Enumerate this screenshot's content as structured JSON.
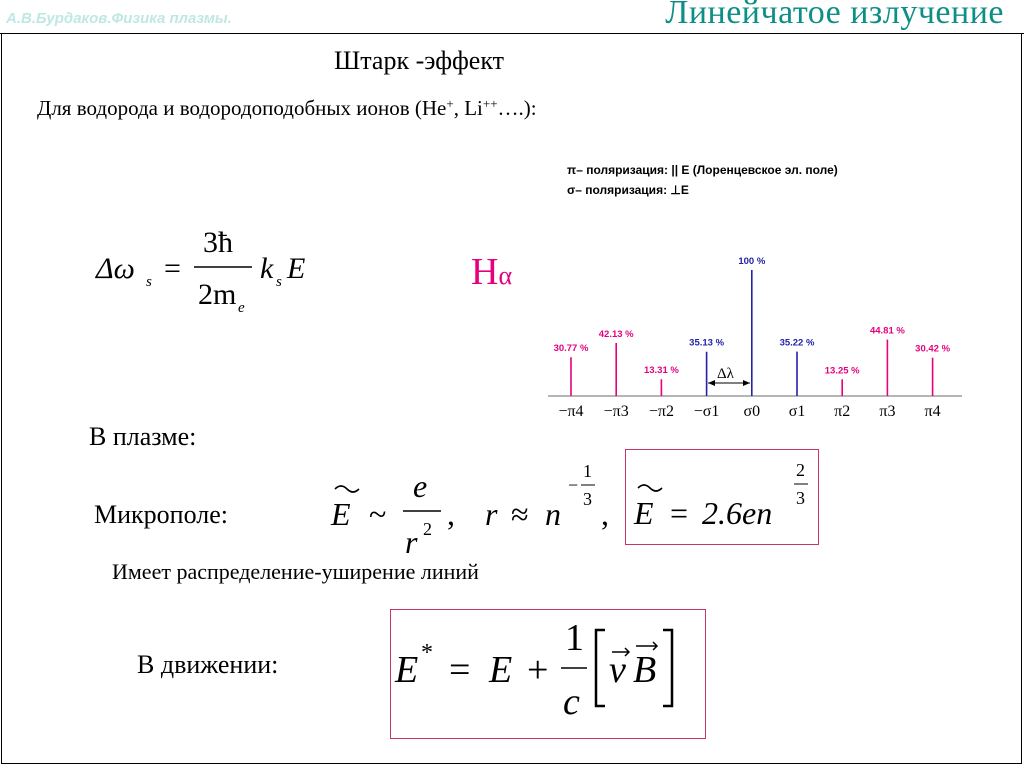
{
  "header": {
    "author": "А.В.Бурдаков.Физика плазмы.",
    "title": "Линейчатое  излучение"
  },
  "subtitle": "Штарк -эффект",
  "intro": {
    "text1": "Для водорода и водородоподобных ионов (He",
    "sup1": "+",
    "text2": ", Li",
    "sup2": "++",
    "text3": "….):"
  },
  "formula_stark": {
    "lhs": "Δω",
    "lhs_sub": "s",
    "eq": "=",
    "num": "3ħ",
    "den": "2m",
    "den_sub": "e",
    "rhs_k": "k",
    "rhs_sub": "s",
    "rhs_E": "E"
  },
  "diagram": {
    "legend_pi": "π– поляризация:  || E  (Лоренцевское эл. поле)",
    "legend_sigma": "σ– поляризация: ⊥E",
    "label_halpha": "H",
    "label_halpha_greek": "α",
    "delta_lambda": "Δλ",
    "colors": {
      "pi": "#e6007e",
      "sigma": "#2222aa",
      "axis": "#b5b5b5"
    },
    "lines": [
      {
        "tick": "−π4",
        "pct": "30.77 %",
        "type": "pi"
      },
      {
        "tick": "−π3",
        "pct": "42.13 %",
        "type": "pi"
      },
      {
        "tick": "−π2",
        "pct": "13.31 %",
        "type": "pi"
      },
      {
        "tick": "−σ1",
        "pct": "35.13 %",
        "type": "sigma"
      },
      {
        "tick": "σ0",
        "pct": "100 %",
        "type": "sigma"
      },
      {
        "tick": "σ1",
        "pct": "35.22 %",
        "type": "sigma"
      },
      {
        "tick": "π2",
        "pct": "13.25 %",
        "type": "pi"
      },
      {
        "tick": "π3",
        "pct": "44.81 %",
        "type": "pi"
      },
      {
        "tick": "π4",
        "pct": "30.42 %",
        "type": "pi"
      }
    ]
  },
  "plasma_heading": "В плазме:",
  "microfield": {
    "label": "Микрополе:",
    "lhs": "E",
    "sim": "~",
    "num": "e",
    "den": "r",
    "den_exp": "2",
    "comma1": ",",
    "r": "r",
    "approx": "≈",
    "n": "n",
    "exp_sign": "−",
    "exp_num": "1",
    "exp_den": "3",
    "comma2": ",",
    "boxed_lhs": "E",
    "boxed_eq": "=",
    "boxed_rhs": "2.6en",
    "boxed_exp_num": "2",
    "boxed_exp_den": "3"
  },
  "distribution_note": "Имеет распределение-уширение линий",
  "motion": {
    "label": "В движении:",
    "lhs": "E",
    "lhs_sup": "*",
    "eq": "=",
    "E": "E",
    "plus": "+",
    "num": "1",
    "den": "c",
    "v": "v",
    "B": "B"
  }
}
